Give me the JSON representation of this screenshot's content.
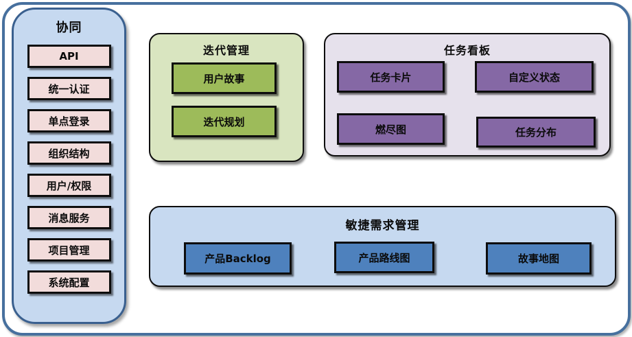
{
  "diagram": {
    "sidebar": {
      "title": "协同",
      "items": [
        "API",
        "统一认证",
        "单点登录",
        "组织结构",
        "用户/权限",
        "消息服务",
        "项目管理",
        "系统配置"
      ]
    },
    "iteration": {
      "title": "迭代管理",
      "items": [
        "用户故事",
        "迭代规划"
      ]
    },
    "kanban": {
      "title": "任务看板",
      "items": [
        "任务卡片",
        "自定义状态",
        "燃尽图",
        "任务分布"
      ]
    },
    "agile": {
      "title": "敏捷需求管理",
      "items": [
        "产品Backlog",
        "产品路线图",
        "故事地图"
      ]
    }
  },
  "colors": {
    "frame-border": "#47709E",
    "sidebar-border": "#3A608F",
    "sidebar-fill": "#C6D9F0",
    "sidebar-item-fill": "#F2DCDB",
    "iteration-fill": "#D9E5C0",
    "iteration-item-fill": "#9DBB5A",
    "kanban-fill": "#E6E1EC",
    "kanban-item-fill": "#8568A5",
    "agile-fill": "#C6D9F0",
    "agile-item-fill": "#4E81BD"
  }
}
